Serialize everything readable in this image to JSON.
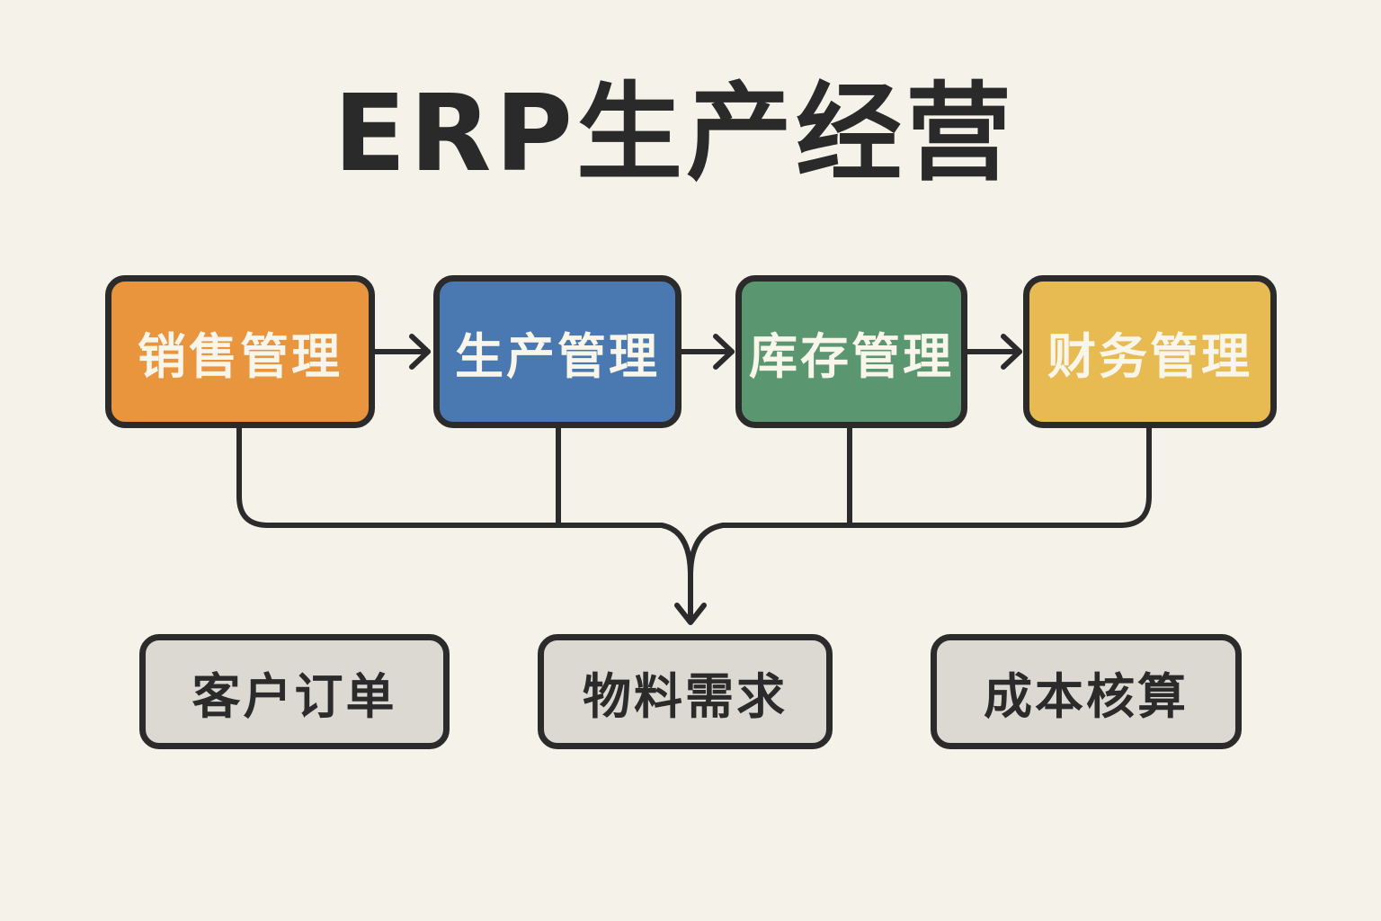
{
  "title": "ERP生产经营",
  "modules": [
    {
      "label": "销售管理",
      "color": "#e8953e"
    },
    {
      "label": "生产管理",
      "color": "#4a78b0"
    },
    {
      "label": "库存管理",
      "color": "#5a9670"
    },
    {
      "label": "财务管理",
      "color": "#e8bb52"
    }
  ],
  "outputs": [
    {
      "label": "客户订单"
    },
    {
      "label": "物料需求"
    },
    {
      "label": "成本核算"
    }
  ],
  "colors": {
    "background": "#f5f2ea",
    "line": "#2b2b2b",
    "output_fill": "#dcd9d3"
  }
}
